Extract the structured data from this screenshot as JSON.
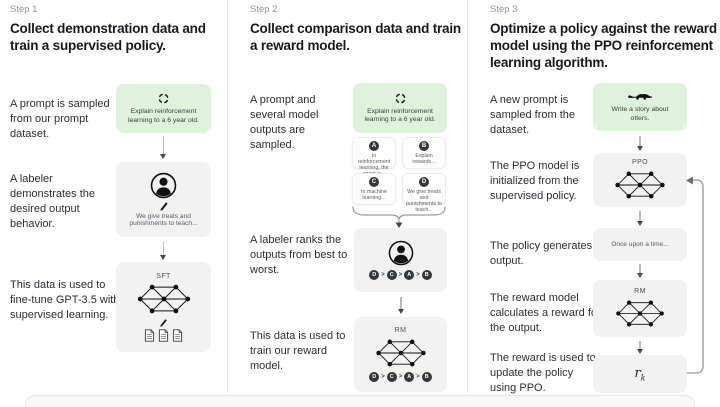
{
  "colors": {
    "prompt_box_green": "#def2dc",
    "model_box_gray": "#f2f2f3",
    "node_dark": "#33363b",
    "heading_text": "#17191c",
    "step_label_gray": "#8f9197"
  },
  "steps": [
    {
      "label": "Step 1",
      "title": "Collect demonstration data and train a supervised policy.",
      "captions": {
        "prompt": "A prompt is sampled from our prompt dataset.",
        "labeler": "A labeler demonstrates the desired output behavior.",
        "finetune": "This data is used to fine-tune GPT-3.5 with supervised learning."
      },
      "prompt_box": {
        "icon": "cycle-icon",
        "text": "Explain reinforcement learning to a 6 year old."
      },
      "labeler_box": {
        "icon": "labeler-icon",
        "pencil": "pencil-icon",
        "text": "We give treats and punishments to teach..."
      },
      "model_box": {
        "label": "SFT",
        "icon": "neural-net-icon",
        "docs_icon": "documents-icon"
      }
    },
    {
      "label": "Step 2",
      "title": "Collect comparison data and train a reward model.",
      "captions": {
        "sampled": "A prompt and several model outputs are sampled.",
        "ranks": "A labeler ranks the outputs from best to worst.",
        "train": "This data is used to train our reward model."
      },
      "prompt_box": {
        "icon": "cycle-icon",
        "text": "Explain reinforcement learning to a 6 year old."
      },
      "outputs": [
        {
          "letter": "A",
          "text": "In reinforcement learning, the agent is..."
        },
        {
          "letter": "B",
          "text": "Explain rewards..."
        },
        {
          "letter": "C",
          "text": "In machine learning..."
        },
        {
          "letter": "D",
          "text": "We give treats and punishments to teach..."
        }
      ],
      "ranking": {
        "order": [
          "D",
          "C",
          "A",
          "B"
        ],
        "separator": ">"
      },
      "model_box": {
        "label": "RM",
        "icon": "neural-net-icon"
      }
    },
    {
      "label": "Step 3",
      "title": "Optimize a policy against the reward model using the PPO reinforcement learning algorithm.",
      "captions": {
        "new_prompt": "A new prompt is sampled from the dataset.",
        "init": "The PPO model is initialized from the supervised policy.",
        "generates": "The policy generates an output.",
        "calculates": "The reward model calculates a reward for the output.",
        "update": "The reward is used to update the policy using PPO."
      },
      "prompt_box": {
        "icon": "otter-icon",
        "text": "Write a story about otters."
      },
      "ppo_box": {
        "label": "PPO",
        "icon": "neural-net-icon"
      },
      "output_box": {
        "text": "Once upon a time..."
      },
      "rm_box": {
        "label": "RM",
        "icon": "neural-net-icon"
      },
      "reward_box": {
        "base": "r",
        "sub": "k"
      }
    }
  ]
}
